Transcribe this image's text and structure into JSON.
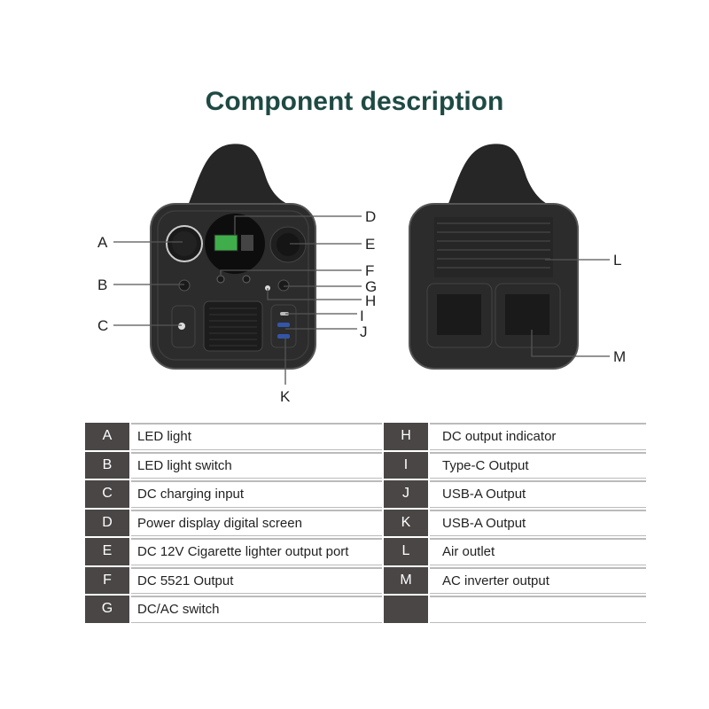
{
  "title": "Component description",
  "callouts": {
    "A": "A",
    "B": "B",
    "C": "C",
    "D": "D",
    "E": "E",
    "F": "F",
    "G": "G",
    "H": "H",
    "I": "I",
    "J": "J",
    "K": "K",
    "L": "L",
    "M": "M"
  },
  "table": {
    "left": [
      {
        "key": "A",
        "desc": "LED light"
      },
      {
        "key": "B",
        "desc": "LED light switch"
      },
      {
        "key": "C",
        "desc": "DC charging input"
      },
      {
        "key": "D",
        "desc": "Power display digital screen"
      },
      {
        "key": "E",
        "desc": "DC 12V Cigarette lighter output port"
      },
      {
        "key": "F",
        "desc": "DC 5521 Output"
      },
      {
        "key": "G",
        "desc": "DC/AC switch"
      }
    ],
    "right": [
      {
        "key": "H",
        "desc": "DC output indicator"
      },
      {
        "key": "I",
        "desc": "Type-C Output"
      },
      {
        "key": "J",
        "desc": "USB-A Output"
      },
      {
        "key": "K",
        "desc": "USB-A Output"
      },
      {
        "key": "L",
        "desc": "Air outlet"
      },
      {
        "key": "M",
        "desc": "AC inverter output"
      },
      {
        "key": "",
        "desc": ""
      }
    ]
  },
  "colors": {
    "title": "#1f4a44",
    "key_cell": "#4a4646",
    "device": "#2a2a2a",
    "screen": "#3fae4a"
  }
}
